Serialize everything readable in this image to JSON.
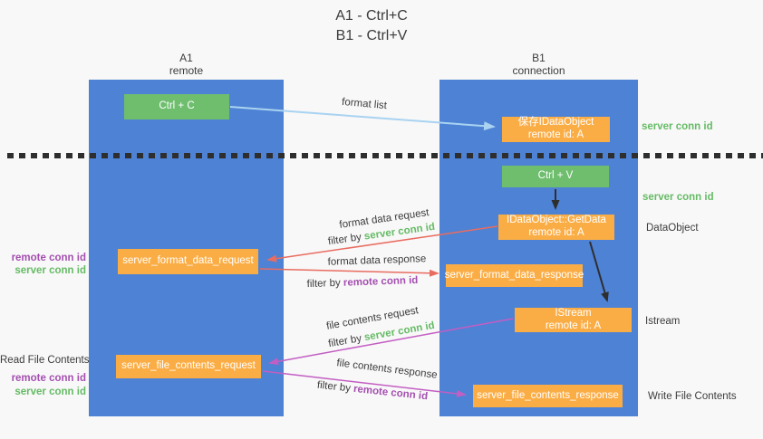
{
  "colors": {
    "column_blue": "#4e82d4",
    "box_green": "#6ebe6e",
    "box_orange": "#fbad45",
    "arrow_light_blue": "#a9d3f1",
    "arrow_red": "#e96c60",
    "arrow_magenta": "#c35ec3",
    "arrow_black": "#2e2e2e",
    "label_green": "#66bb66",
    "label_purple": "#a44fb0",
    "text_dark": "#3c3c3c"
  },
  "title": {
    "line1": "A1 - Ctrl+C",
    "line2": "B1 - Ctrl+V"
  },
  "columns": {
    "a": {
      "id": "A1",
      "name": "remote"
    },
    "b": {
      "id": "B1",
      "name": "connection"
    }
  },
  "nodes": {
    "ctrl_c": {
      "label": "Ctrl + C"
    },
    "save_idataobject": {
      "line1": "保存IDataObject",
      "line2": "remote id: A"
    },
    "ctrl_v": {
      "label": "Ctrl + V"
    },
    "getdata": {
      "line1": "IDataObject::GetData",
      "line2": "remote id: A"
    },
    "format_request": {
      "label": "server_format_data_request"
    },
    "format_response": {
      "label": "server_format_data_response"
    },
    "istream": {
      "line1": "IStream",
      "line2": "remote id: A"
    },
    "file_request": {
      "label": "server_file_contents_request"
    },
    "file_response": {
      "label": "server_file_contents_response"
    }
  },
  "arrow_labels": {
    "format_list": "format list",
    "format_data_request": "format data request",
    "format_data_response": "format data response",
    "file_contents_request": "file contents request",
    "file_contents_response": "file contents response",
    "filter_prefix": "filter by ",
    "server_conn_id": "server conn id",
    "remote_conn_id": "remote conn id"
  },
  "side_labels": {
    "server_conn_id_top": "server conn id",
    "server_conn_id_mid": "server conn id",
    "dataobject": "DataObject",
    "istream": "Istream",
    "write_file_contents": "Write File Contents",
    "read_file_contents": "Read File Contents",
    "remote_conn_id": "remote conn id",
    "server_conn_id": "server conn id"
  }
}
